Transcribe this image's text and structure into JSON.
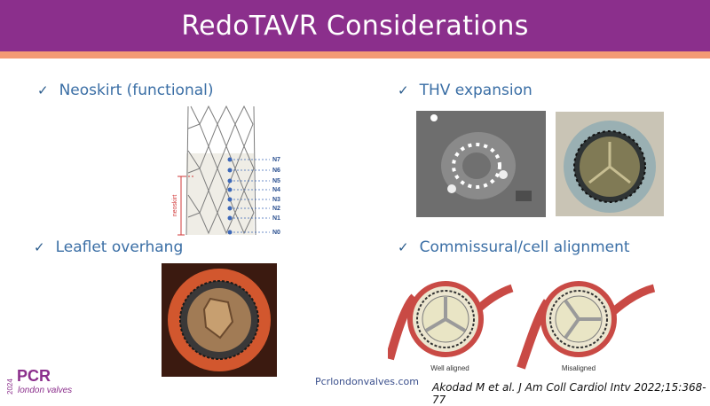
{
  "slide": {
    "title": "RedoTAVR Considerations",
    "colors": {
      "title_bar": "#8b2f8c",
      "accent": "#f39a75",
      "bullet_text": "#3a6ea5"
    }
  },
  "bullets": [
    {
      "label": "Neoskirt (functional)",
      "icon": "checkmark-icon"
    },
    {
      "label": "THV expansion",
      "icon": "checkmark-icon"
    },
    {
      "label": "Leaflet overhang",
      "icon": "checkmark-icon"
    },
    {
      "label": "Commissural/cell alignment",
      "icon": "checkmark-icon"
    }
  ],
  "check_glyph": "✓",
  "neoskirt_diagram": {
    "bracket_label": "neoskirt",
    "levels": [
      "N7",
      "N6",
      "N5",
      "N4",
      "N3",
      "N2",
      "N1",
      "N0"
    ]
  },
  "alignment_diagram": {
    "left_caption": "Well aligned",
    "right_caption": "Misaligned"
  },
  "footer": {
    "url": "Pcrlondonvalves.com",
    "citation": "Akodad M et al. J Am Coll Cardiol Intv 2022;15:368-77"
  },
  "logo": {
    "year": "2024",
    "brand": "PCR",
    "subtitle": "london valves"
  }
}
